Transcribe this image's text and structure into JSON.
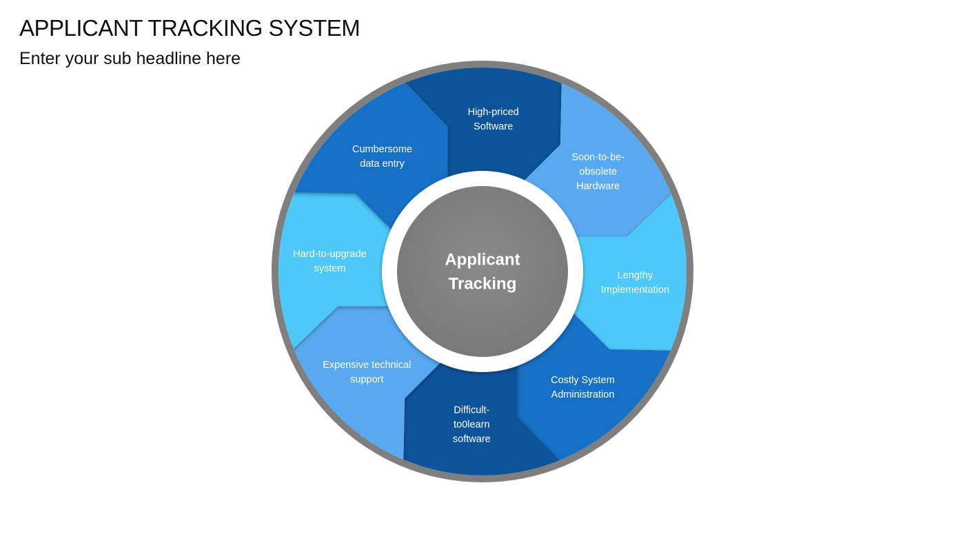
{
  "slide": {
    "title": "APPLICANT TRACKING SYSTEM",
    "subtitle": "Enter your sub headline here"
  },
  "diagram": {
    "center": {
      "lines": [
        "Applicant",
        "Tracking"
      ]
    },
    "colors": {
      "ring": "#7f7f7f",
      "hub": "#808080",
      "hub_border": "#ffffff",
      "dark": "#0d5299",
      "medium": "#1270c6",
      "light": "#59a9f0",
      "cyan": "#4dc8f8"
    },
    "segments": [
      {
        "name": "high-priced-software",
        "lines": [
          "High-priced",
          "Software"
        ],
        "color": "dark"
      },
      {
        "name": "soon-to-be-obsolete-hardware",
        "lines": [
          "Soon-to-be-",
          "obsolete",
          "Hardware"
        ],
        "color": "light"
      },
      {
        "name": "lengthy-implementation",
        "lines": [
          "Lengthy",
          "Implementation"
        ],
        "color": "cyan"
      },
      {
        "name": "costly-system-administration",
        "lines": [
          "Costly System",
          "Administration"
        ],
        "color": "medium"
      },
      {
        "name": "difficult-to-learn-software",
        "lines": [
          "Difficult-",
          "to0learn",
          "software"
        ],
        "color": "dark"
      },
      {
        "name": "expensive-technical-support",
        "lines": [
          "Expensive technical",
          "support"
        ],
        "color": "light"
      },
      {
        "name": "hard-to-upgrade-system",
        "lines": [
          "Hard-to-upgrade",
          "system"
        ],
        "color": "cyan"
      },
      {
        "name": "cumbersome-data-entry",
        "lines": [
          "Cumbersome",
          "data entry"
        ],
        "color": "medium"
      }
    ]
  }
}
